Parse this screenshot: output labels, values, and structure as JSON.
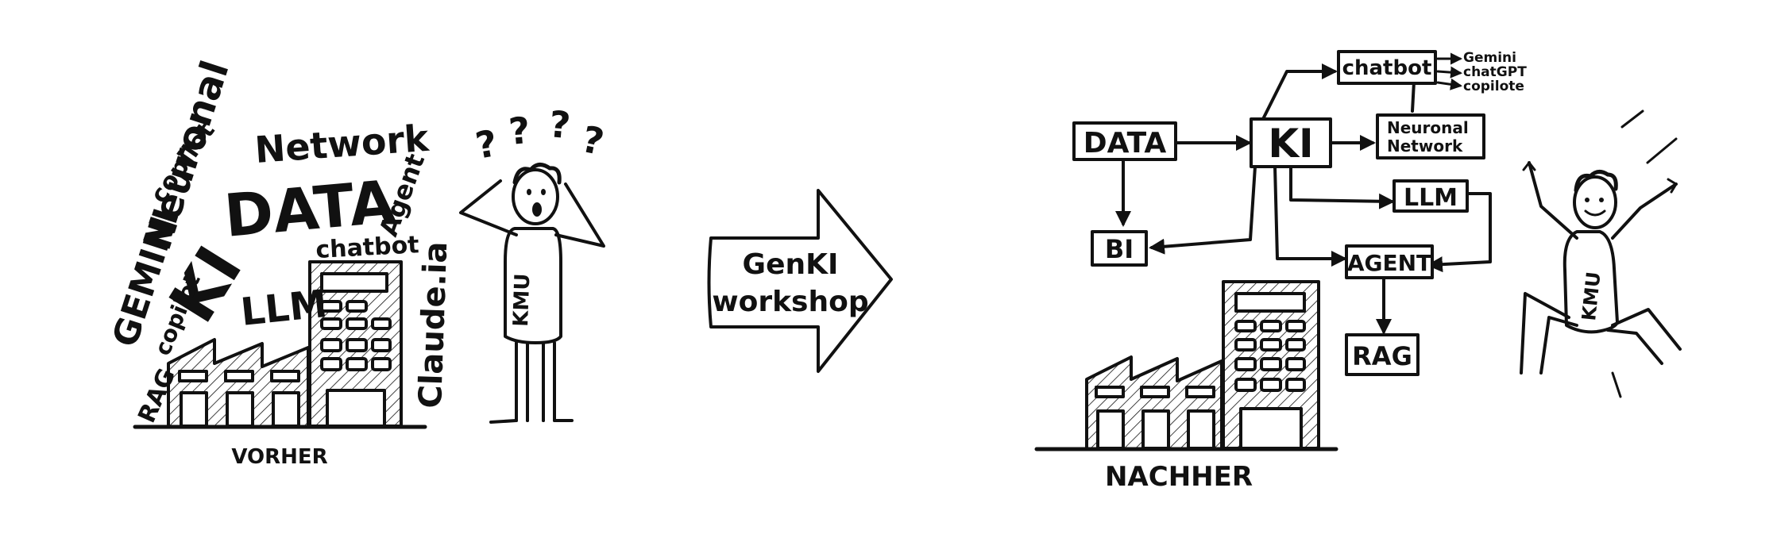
{
  "colors": {
    "ink": "#111111",
    "paper": "#ffffff"
  },
  "before": {
    "caption": "VORHER",
    "person_label": "KMU",
    "question_marks": [
      "?",
      "?",
      "?",
      "?"
    ],
    "buzzwords": {
      "network": "Network",
      "neuronal": "Neuronal",
      "copilot_top": "copilot",
      "data": "DATA",
      "agent": "Agent",
      "gemini": "GEMINI",
      "ki": "KI",
      "chatbot": "chatbot",
      "llm": "LLM",
      "claude": "Claude.ia",
      "copilot_side": "copilot",
      "rag": "RAG"
    }
  },
  "middle": {
    "arrow_line1": "GenKI",
    "arrow_line2": "workshop"
  },
  "after": {
    "caption": "NACHHER",
    "person_label": "KMU",
    "nodes": {
      "data": "DATA",
      "ki": "KI",
      "chatbot": "chatbot",
      "neuronal_line1": "Neuronal",
      "neuronal_line2": "Network",
      "llm": "LLM",
      "bi": "BI",
      "agent": "AGENT",
      "rag": "RAG"
    },
    "chatbot_outputs": [
      "Gemini",
      "chatGPT",
      "copilote"
    ]
  }
}
